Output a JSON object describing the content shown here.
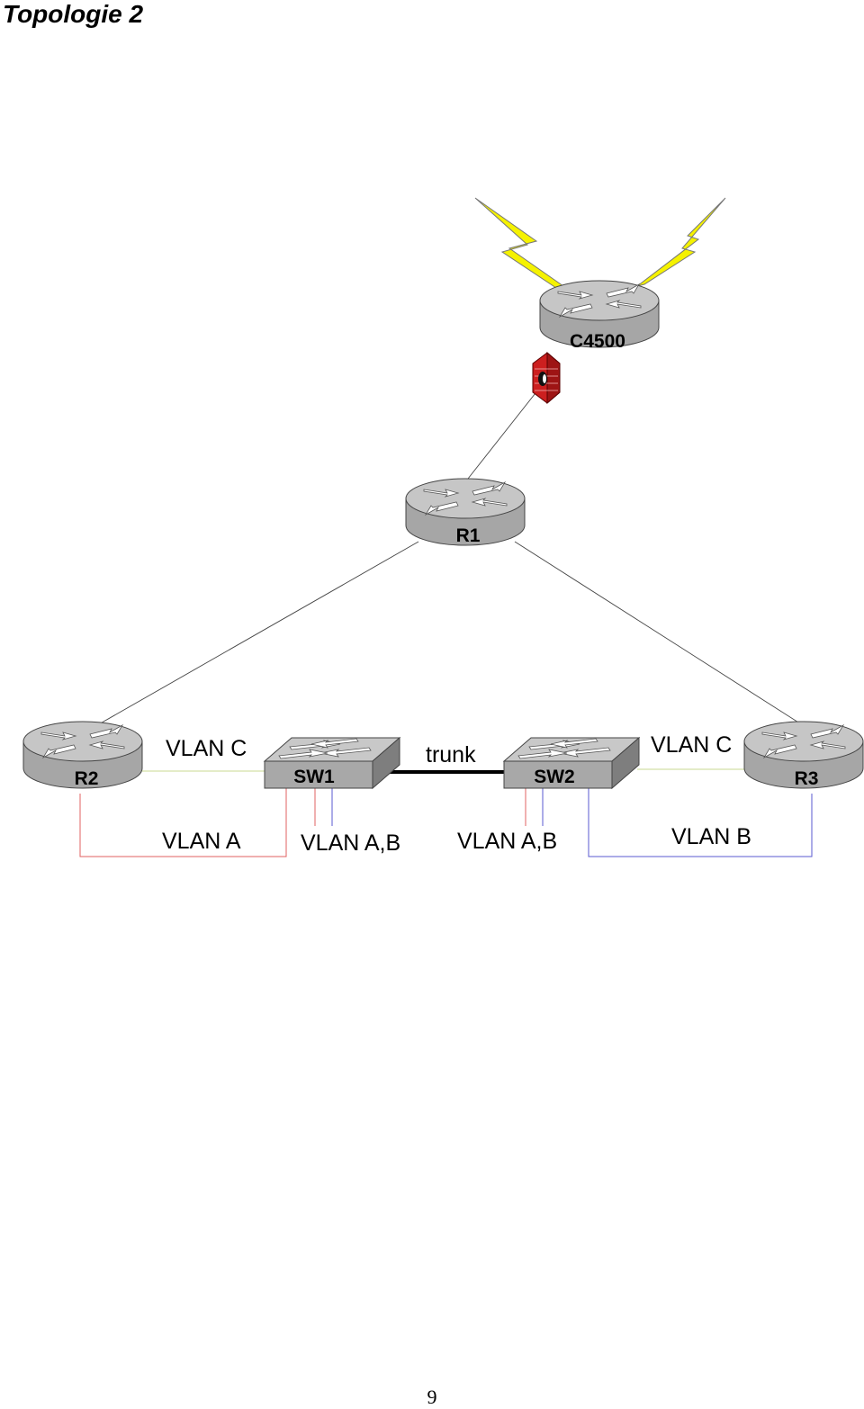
{
  "title": "Topologie 2",
  "devices": {
    "c4500": "C4500",
    "r1": "R1",
    "r2": "R2",
    "r3": "R3",
    "sw1": "SW1",
    "sw2": "SW2"
  },
  "links": {
    "r2_sw1": "VLAN C",
    "sw2_r3": "VLAN C",
    "trunk": "trunk",
    "r2_sw1_bottom": "VLAN A",
    "sw1_ports": "VLAN A,B",
    "sw2_ports": "VLAN A,B",
    "sw2_r3_bottom": "VLAN B"
  },
  "icons": {
    "router": "router-icon",
    "switch": "switch-icon",
    "firewall": "firewall-icon",
    "lightning": "serial-link-icon"
  },
  "colors": {
    "router_body": "#a8a8a8",
    "router_top": "#c4c4c4",
    "firewall": "#cc1f1f",
    "lightning": "#f5f200",
    "vlan_a": "#e06060",
    "vlan_b": "#5a5ad0",
    "vlan_c": "#c8d890"
  },
  "page_number": "9"
}
